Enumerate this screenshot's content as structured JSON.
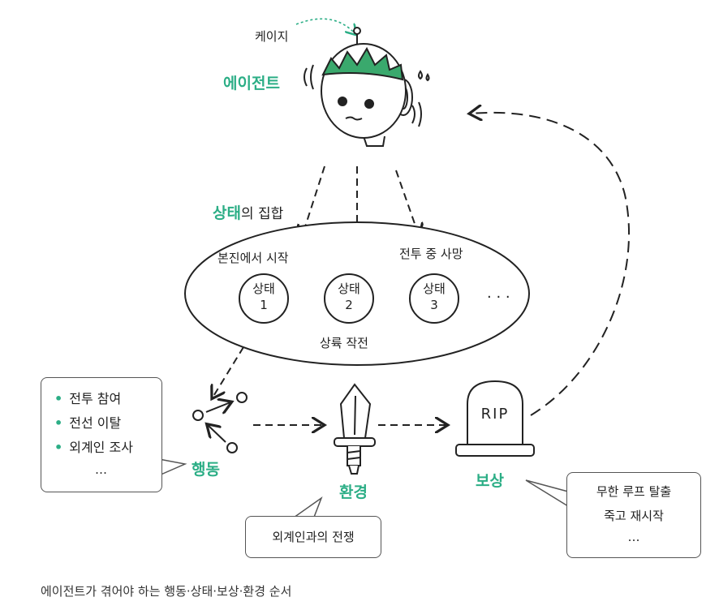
{
  "agent": {
    "label": "에이전트",
    "name": "케이지"
  },
  "states": {
    "title_highlight": "상태",
    "title_rest": "의 집합",
    "items": [
      {
        "name": "상태",
        "num": "1",
        "caption": "본진에서 시작"
      },
      {
        "name": "상태",
        "num": "2",
        "caption": "상륙 작전"
      },
      {
        "name": "상태",
        "num": "3",
        "caption": "전투 중 사망"
      }
    ],
    "ellipsis": "· · ·"
  },
  "action": {
    "label": "행동",
    "examples": [
      "전투 참여",
      "전선 이탈",
      "외계인 조사"
    ],
    "more": "…"
  },
  "environment": {
    "label": "환경",
    "note": "외계인과의 전쟁"
  },
  "reward": {
    "label": "보상",
    "tombstone": "RIP",
    "notes": [
      "무한 루프 탈출",
      "죽고 재시작"
    ],
    "more": "…"
  },
  "caption": "에이전트가 겪어야 하는 행동·상태·보상·환경 순서",
  "colors": {
    "accent": "#2cae86",
    "ink": "#222222",
    "robot_green": "#3aa96d"
  }
}
